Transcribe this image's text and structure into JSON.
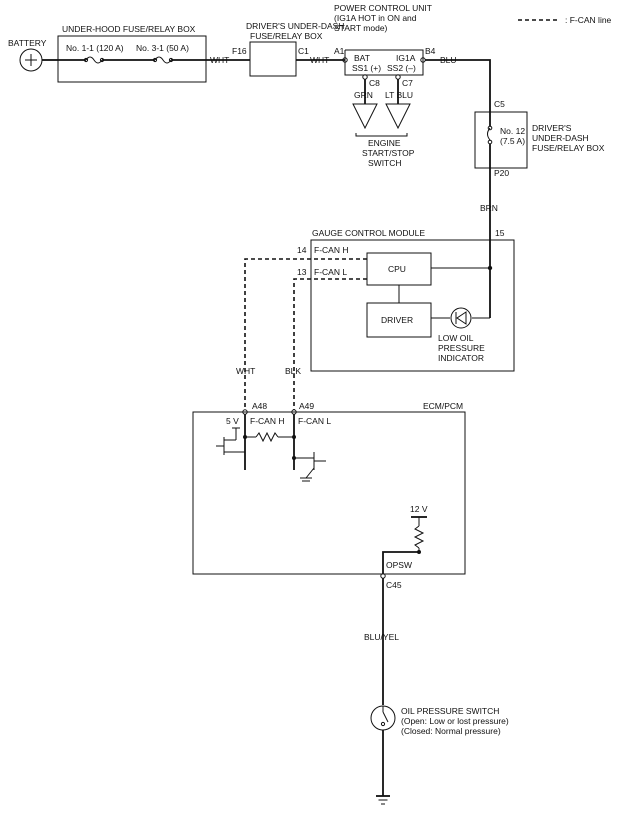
{
  "legend": {
    "fcan_line": ": F-CAN line"
  },
  "battery": {
    "label": "BATTERY"
  },
  "underhood_box": {
    "title": "UNDER-HOOD FUSE/RELAY BOX",
    "fuse1": "No. 1-1 (120 A)",
    "fuse2": "No. 3-1 (50 A)"
  },
  "underdash_box_top": {
    "title_line1": "DRIVER'S UNDER-DASH",
    "title_line2": "FUSE/RELAY BOX",
    "pin_in": "F16",
    "pin_out": "C1"
  },
  "wires": {
    "wht1": "WHT",
    "wht2": "WHT",
    "blu": "BLU",
    "grn": "GRN",
    "lt_blu": "LT BLU",
    "brn": "BRN",
    "wht_can": "WHT",
    "blk_can": "BLK",
    "blu_yel": "BLU/YEL"
  },
  "pcu": {
    "title_line1": "POWER CONTROL UNIT",
    "title_line2": "(IG1A HOT in ON and",
    "title_line3": "START mode)",
    "pin_a1": "A1",
    "bat": "BAT",
    "ig1a": "IG1A",
    "pin_b4": "B4",
    "ss1": "SS1 (+)",
    "ss2": "SS2 (–)",
    "pin_c8": "C8",
    "pin_c7": "C7"
  },
  "start_switch": {
    "line1": "ENGINE",
    "line2": "START/STOP",
    "line3": "SWITCH"
  },
  "underdash_fuse": {
    "pin_c5": "C5",
    "fuse_line1": "No. 12",
    "fuse_line2": "(7.5 A)",
    "title_line1": "DRIVER'S",
    "title_line2": "UNDER-DASH",
    "title_line3": "FUSE/RELAY BOX",
    "pin_p20": "P20"
  },
  "gcm": {
    "title": "GAUGE CONTROL MODULE",
    "pin_14": "14",
    "fcan_h": "F-CAN H",
    "pin_13": "13",
    "fcan_l": "F-CAN L",
    "pin_15": "15",
    "cpu": "CPU",
    "driver": "DRIVER",
    "indicator_line1": "LOW OIL",
    "indicator_line2": "PRESSURE",
    "indicator_line3": "INDICATOR"
  },
  "ecm": {
    "title": "ECM/PCM",
    "pin_a48": "A48",
    "pin_a49": "A49",
    "v5": "5 V",
    "fcan_h": "F-CAN H",
    "fcan_l": "F-CAN L",
    "v12": "12 V",
    "opsw": "OPSW",
    "pin_c45": "C45"
  },
  "oil_switch": {
    "line1": "OIL PRESSURE SWITCH",
    "line2": "(Open: Low or lost pressure)",
    "line3": "(Closed: Normal pressure)"
  }
}
